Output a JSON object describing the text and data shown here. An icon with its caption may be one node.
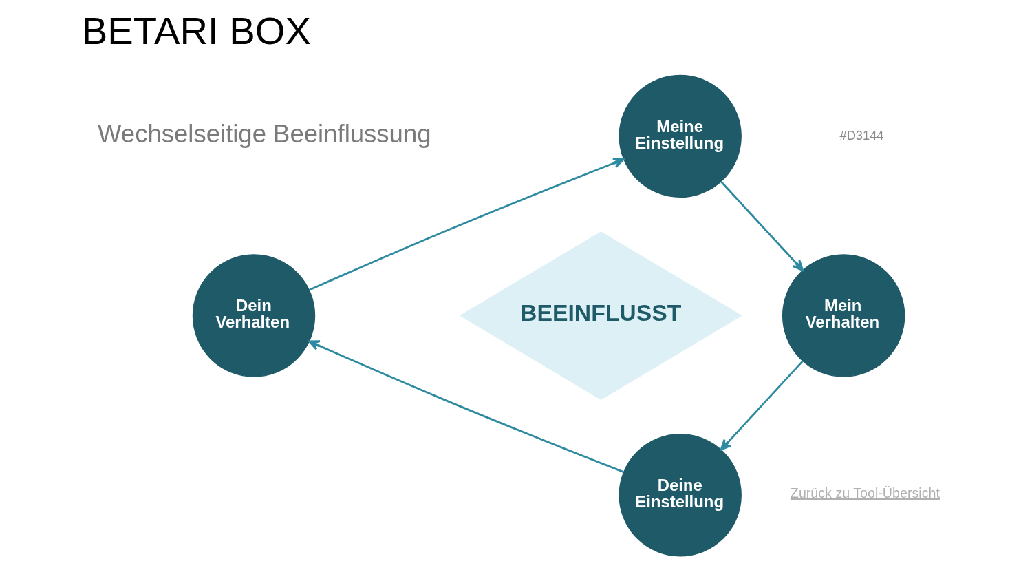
{
  "diagram": {
    "title": "BETARI BOX",
    "nodes": [
      {
        "text": [
          "Meine Einstellung"
        ]
      },
      {
        "text": [
          "Mein Verhalten"
        ]
      },
      {
        "text": [
          "BEEINFLUSST"
        ]
      },
      {
        "text": [
          "Dein Verhalten"
        ]
      },
      {
        "text": [
          "Deine Einstellung"
        ]
      }
    ],
    "edges": [
      {
        "from": 0,
        "to": 1,
        "arrow": "to"
      },
      {
        "from": 1,
        "to": 4,
        "arrow": "to"
      },
      {
        "from": 4,
        "to": 3,
        "arrow": "to"
      },
      {
        "from": 3,
        "to": 0,
        "arrow": "to"
      }
    ],
    "labels": [
      "#D3144",
      "Wechselseitige Beeinflussung",
      "Zurück zu Tool-Übersicht"
    ]
  }
}
